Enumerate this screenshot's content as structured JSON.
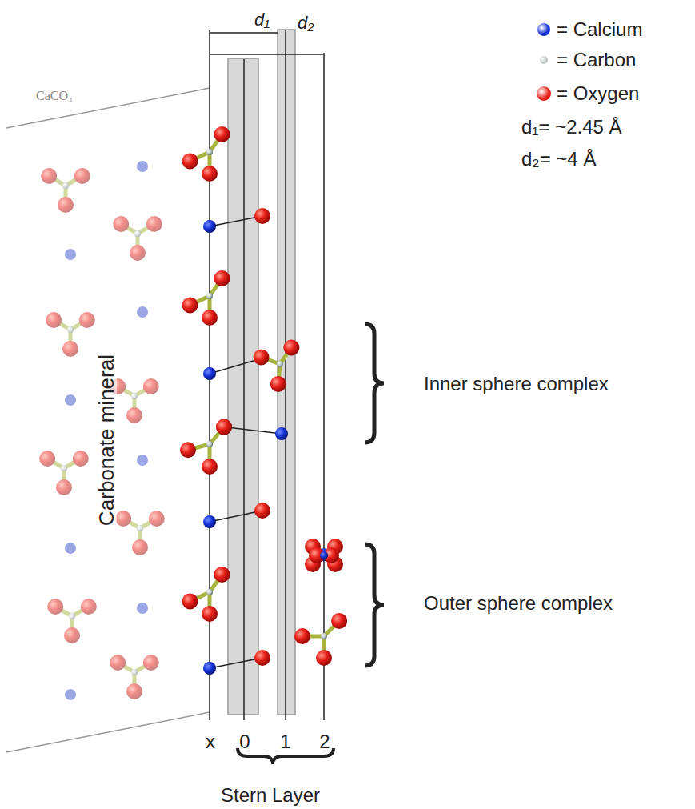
{
  "diagram": {
    "labels": [
      "d₁",
      "d₂",
      "CaCO₃",
      "d₁= ~2.45 Å",
      "d₂= ~4 Å",
      "Carbonate mineral",
      "Inner sphere complex",
      "Outer sphere complex",
      "x",
      "0",
      "1",
      "2",
      "Stern Layer"
    ],
    "legend": [
      {
        "text": "= Calcium",
        "color": "#1532d8"
      },
      {
        "text": "= Carbon",
        "color": "#b8c4c4"
      },
      {
        "text": "= Oxygen",
        "color": "#e8201a"
      }
    ]
  }
}
